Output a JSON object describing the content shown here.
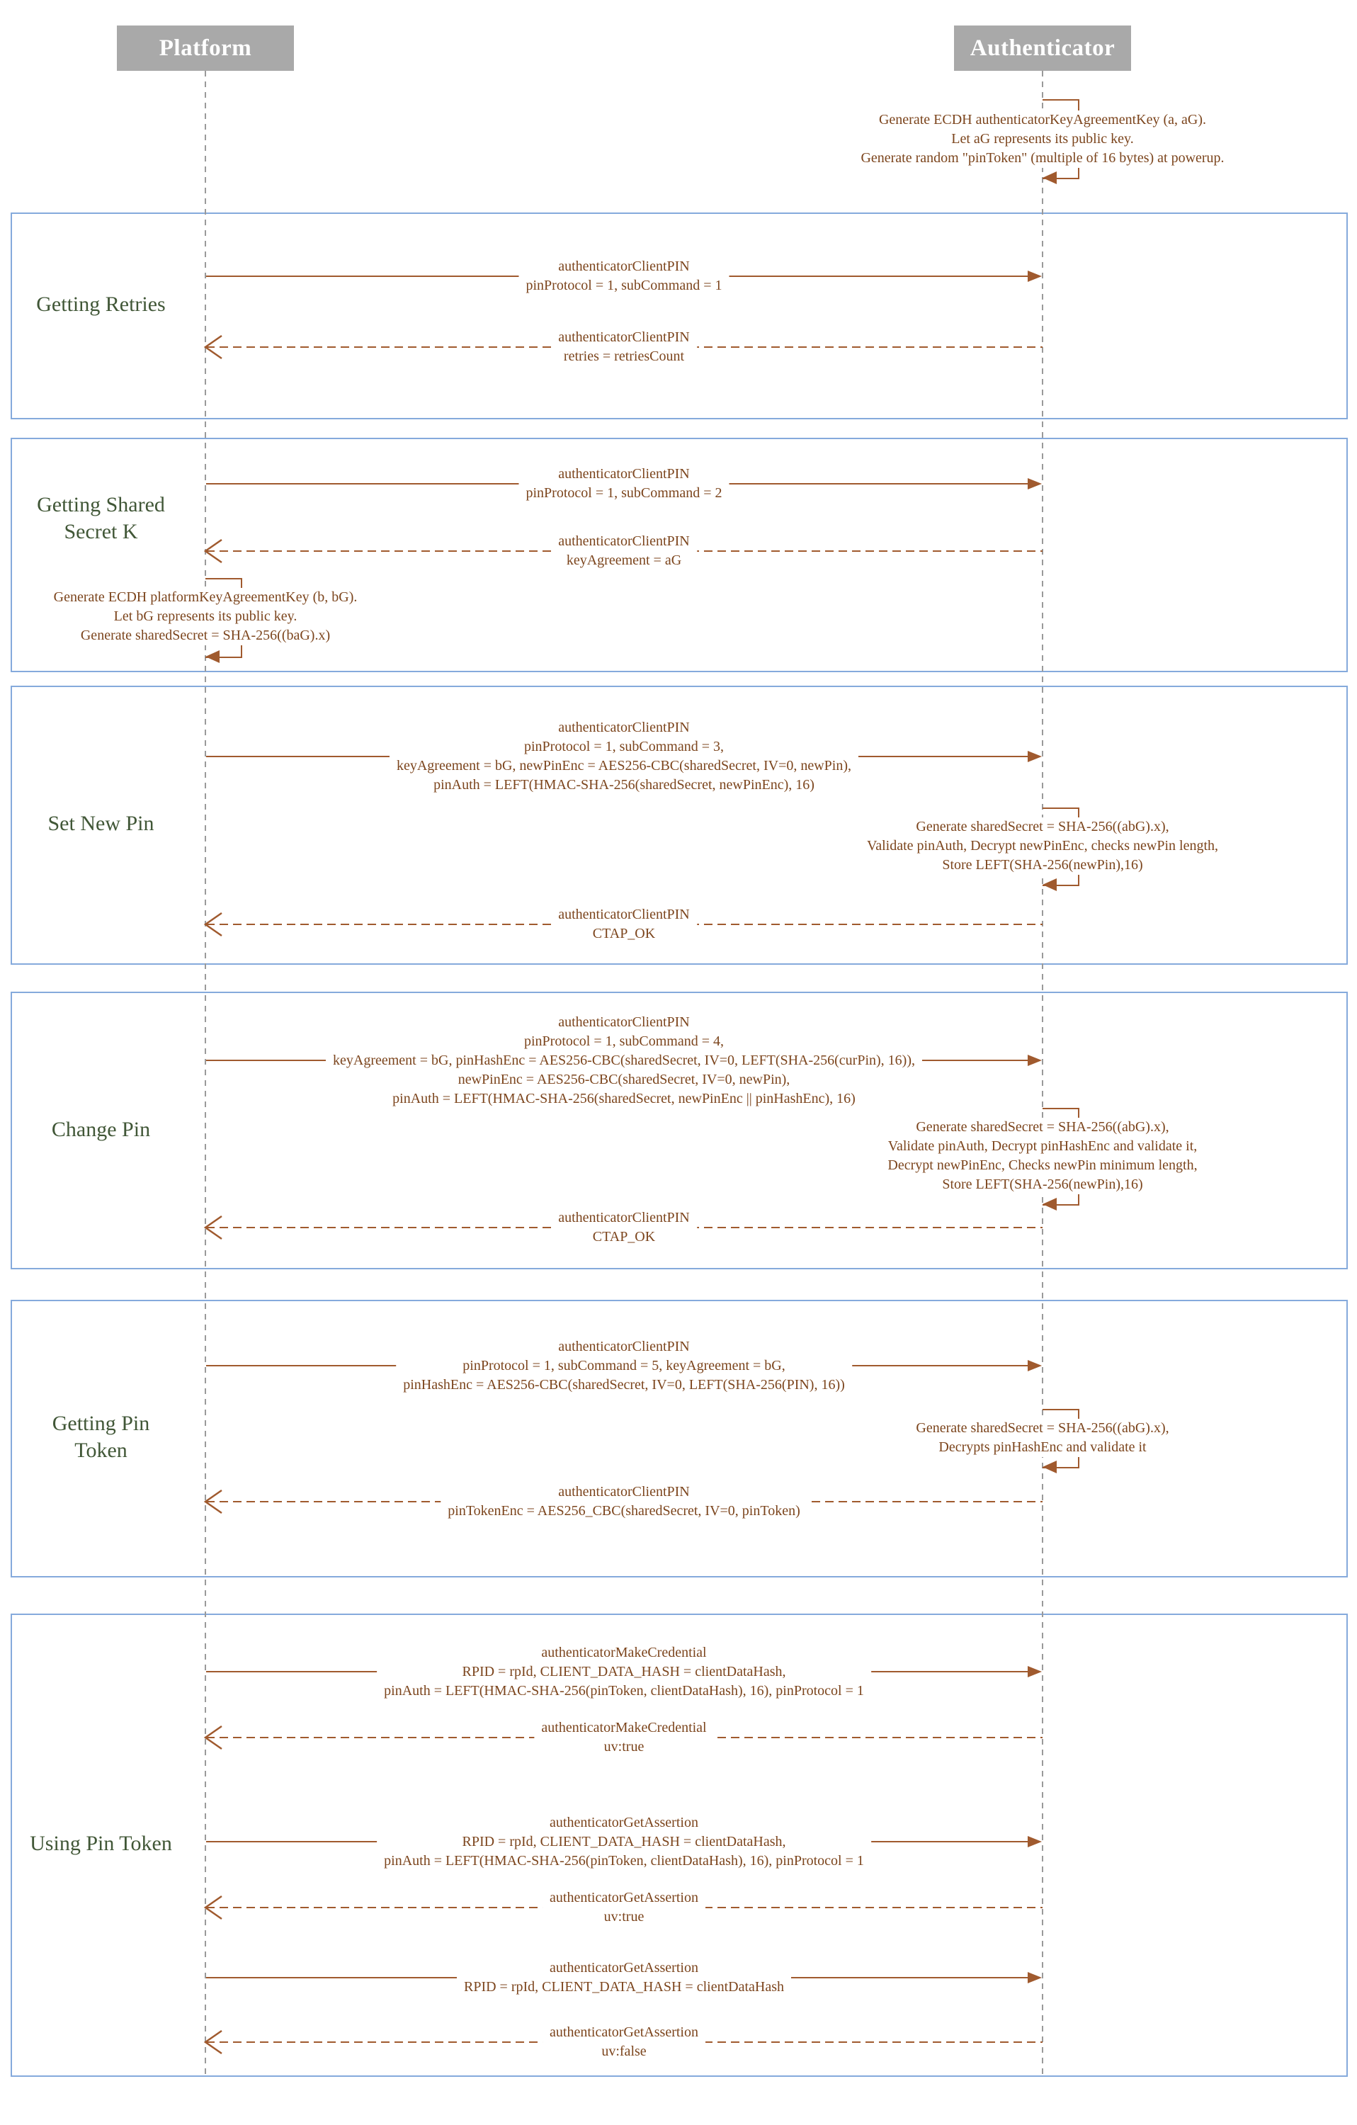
{
  "colors": {
    "message_text": "#7c451d",
    "arrow_line": "#a05a2e",
    "section_border": "#85aadc",
    "section_label": "#415737",
    "actor_bg": "#a9a9a9",
    "actor_text": "#ffffff",
    "lifeline": "#9a9a9a"
  },
  "actors": [
    {
      "label": "Platform"
    },
    {
      "label": "Authenticator"
    }
  ],
  "top_note": {
    "actor": "Authenticator",
    "lines": [
      "Generate ECDH authenticatorKeyAgreementKey (a, aG).",
      "Let aG represents its public key.",
      "Generate random \"pinToken\" (multiple of 16 bytes) at powerup."
    ]
  },
  "sections": [
    {
      "label_lines": [
        "Getting Retries"
      ],
      "messages": [
        {
          "type": "request",
          "from": "Platform",
          "to": "Authenticator",
          "lines": [
            "authenticatorClientPIN",
            "pinProtocol = 1, subCommand = 1"
          ]
        },
        {
          "type": "response",
          "from": "Authenticator",
          "to": "Platform",
          "lines": [
            "authenticatorClientPIN",
            "retries = retriesCount"
          ]
        }
      ]
    },
    {
      "label_lines": [
        "Getting Shared",
        "Secret K"
      ],
      "messages": [
        {
          "type": "request",
          "from": "Platform",
          "to": "Authenticator",
          "lines": [
            "authenticatorClientPIN",
            "pinProtocol = 1, subCommand = 2"
          ]
        },
        {
          "type": "response",
          "from": "Authenticator",
          "to": "Platform",
          "lines": [
            "authenticatorClientPIN",
            "keyAgreement = aG"
          ]
        },
        {
          "type": "self-note",
          "actor": "Platform",
          "lines": [
            "Generate ECDH platformKeyAgreementKey (b, bG).",
            "Let bG represents its public key.",
            "Generate sharedSecret = SHA-256((baG).x)"
          ]
        }
      ]
    },
    {
      "label_lines": [
        "Set New Pin"
      ],
      "messages": [
        {
          "type": "request",
          "from": "Platform",
          "to": "Authenticator",
          "lines": [
            "authenticatorClientPIN",
            "pinProtocol = 1, subCommand = 3,",
            "keyAgreement = bG, newPinEnc = AES256-CBC(sharedSecret, IV=0, newPin),",
            "pinAuth = LEFT(HMAC-SHA-256(sharedSecret, newPinEnc), 16)"
          ]
        },
        {
          "type": "self-note",
          "actor": "Authenticator",
          "lines": [
            "Generate sharedSecret = SHA-256((abG).x),",
            "Validate pinAuth, Decrypt newPinEnc, checks newPin length,",
            "Store LEFT(SHA-256(newPin),16)"
          ]
        },
        {
          "type": "response",
          "from": "Authenticator",
          "to": "Platform",
          "lines": [
            "authenticatorClientPIN",
            "CTAP_OK"
          ]
        }
      ]
    },
    {
      "label_lines": [
        "Change Pin"
      ],
      "messages": [
        {
          "type": "request",
          "from": "Platform",
          "to": "Authenticator",
          "lines": [
            "authenticatorClientPIN",
            "pinProtocol = 1, subCommand = 4,",
            "keyAgreement = bG, pinHashEnc = AES256-CBC(sharedSecret, IV=0, LEFT(SHA-256(curPin), 16)),",
            "newPinEnc = AES256-CBC(sharedSecret, IV=0, newPin),",
            "pinAuth = LEFT(HMAC-SHA-256(sharedSecret, newPinEnc || pinHashEnc), 16)"
          ]
        },
        {
          "type": "self-note",
          "actor": "Authenticator",
          "lines": [
            "Generate sharedSecret = SHA-256((abG).x),",
            "Validate pinAuth, Decrypt pinHashEnc and validate it,",
            "Decrypt newPinEnc, Checks newPin minimum length,",
            "Store LEFT(SHA-256(newPin),16)"
          ]
        },
        {
          "type": "response",
          "from": "Authenticator",
          "to": "Platform",
          "lines": [
            "authenticatorClientPIN",
            "CTAP_OK"
          ]
        }
      ]
    },
    {
      "label_lines": [
        "Getting Pin",
        "Token"
      ],
      "messages": [
        {
          "type": "request",
          "from": "Platform",
          "to": "Authenticator",
          "lines": [
            "authenticatorClientPIN",
            "pinProtocol = 1, subCommand = 5, keyAgreement = bG,",
            "pinHashEnc = AES256-CBC(sharedSecret, IV=0, LEFT(SHA-256(PIN), 16))"
          ]
        },
        {
          "type": "self-note",
          "actor": "Authenticator",
          "lines": [
            "Generate sharedSecret = SHA-256((abG).x),",
            "Decrypts pinHashEnc and validate it"
          ]
        },
        {
          "type": "response",
          "from": "Authenticator",
          "to": "Platform",
          "lines": [
            "authenticatorClientPIN",
            "pinTokenEnc = AES256_CBC(sharedSecret, IV=0, pinToken)"
          ]
        }
      ]
    },
    {
      "label_lines": [
        "Using Pin Token"
      ],
      "messages": [
        {
          "type": "request",
          "from": "Platform",
          "to": "Authenticator",
          "lines": [
            "authenticatorMakeCredential",
            "RPID = rpId, CLIENT_DATA_HASH = clientDataHash,",
            "pinAuth = LEFT(HMAC-SHA-256(pinToken, clientDataHash), 16), pinProtocol = 1"
          ]
        },
        {
          "type": "response",
          "from": "Authenticator",
          "to": "Platform",
          "lines": [
            "authenticatorMakeCredential",
            "uv:true"
          ]
        },
        {
          "type": "request",
          "from": "Platform",
          "to": "Authenticator",
          "lines": [
            "authenticatorGetAssertion",
            "RPID = rpId, CLIENT_DATA_HASH = clientDataHash,",
            "pinAuth = LEFT(HMAC-SHA-256(pinToken, clientDataHash), 16), pinProtocol = 1"
          ]
        },
        {
          "type": "response",
          "from": "Authenticator",
          "to": "Platform",
          "lines": [
            "authenticatorGetAssertion",
            "uv:true"
          ]
        },
        {
          "type": "request",
          "from": "Platform",
          "to": "Authenticator",
          "lines": [
            "authenticatorGetAssertion",
            "RPID = rpId, CLIENT_DATA_HASH = clientDataHash"
          ]
        },
        {
          "type": "response",
          "from": "Authenticator",
          "to": "Platform",
          "lines": [
            "authenticatorGetAssertion",
            "uv:false"
          ]
        }
      ]
    }
  ]
}
